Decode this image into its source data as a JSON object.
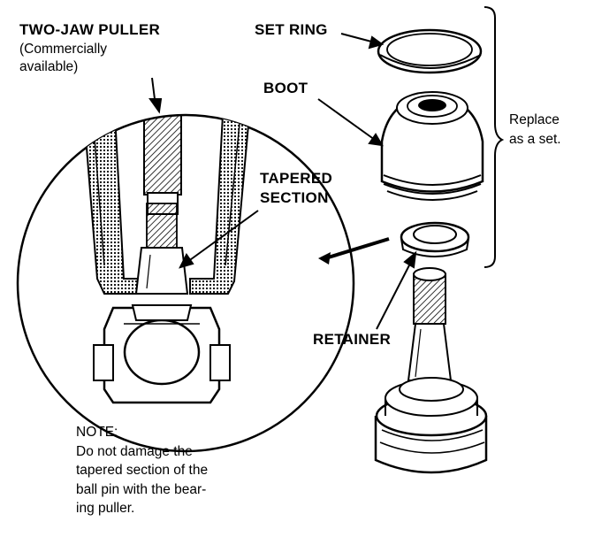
{
  "labels": {
    "two_jaw_puller": "TWO-JAW PULLER",
    "commercially_line1": "(Commercially",
    "commercially_line2": "available)",
    "set_ring": "SET RING",
    "boot": "BOOT",
    "tapered_line1": "TAPERED",
    "tapered_line2": "SECTION",
    "retainer": "RETAINER",
    "replace_line1": "Replace",
    "replace_line2": "as a set."
  },
  "note": {
    "heading": "NOTE:",
    "lines": [
      "Do not damage the",
      "tapered section of the",
      "ball pin with the bear-",
      "ing puller."
    ]
  },
  "colors": {
    "ink": "#000000",
    "paper": "#ffffff"
  }
}
